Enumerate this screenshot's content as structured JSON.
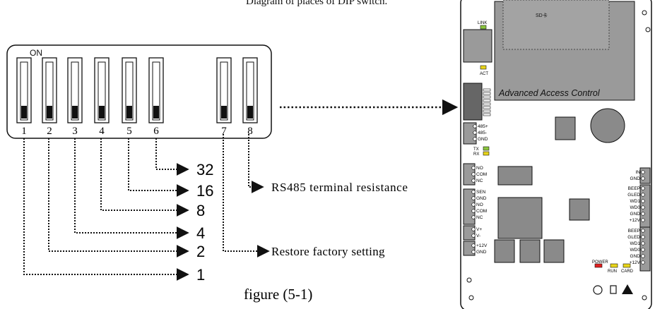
{
  "page_title": "Diagram of places of DIP switch.",
  "figure_caption": "figure (5-1)",
  "dip_switch": {
    "on_label": "ON",
    "switch_numbers": [
      "1",
      "2",
      "3",
      "4",
      "5",
      "6",
      "7",
      "8"
    ]
  },
  "weights": [
    "32",
    "16",
    "8",
    "4",
    "2",
    "1"
  ],
  "function_labels": {
    "rs485": "RS485 terminal resistance",
    "restore": "Restore factory setting"
  },
  "board": {
    "sd_label": "SD卡",
    "link_label": "LINK",
    "act_label": "ACT",
    "title": "Advanced Access Control",
    "rs485_pins": [
      "485+",
      "485-",
      "GND"
    ],
    "tx_label": "TX",
    "rx_label": "RX",
    "input_pins": [
      "IN",
      "GND"
    ],
    "alarm_pins": [
      "NO",
      "COM",
      "NC"
    ],
    "lock_pins": [
      "SEN",
      "GND",
      "NO",
      "COM",
      "NC"
    ],
    "reader1_pins": [
      "BEEP",
      "GLED",
      "WD1",
      "WD0",
      "GND",
      "+12V"
    ],
    "ext_pins": [
      "V+",
      "V-"
    ],
    "power_pins": [
      "+12V",
      "GND"
    ],
    "reader2_pins": [
      "BEEP",
      "GLED",
      "WD1",
      "WD0",
      "GND",
      "+12V"
    ],
    "status_labels": [
      "POWER",
      "RUN",
      "CARD"
    ]
  },
  "colors": {
    "line": "#111111",
    "board_gray": "#9a9a9a",
    "led_yellow": "#e8d51a",
    "led_green": "#8cc63f",
    "led_red": "#e02020"
  }
}
